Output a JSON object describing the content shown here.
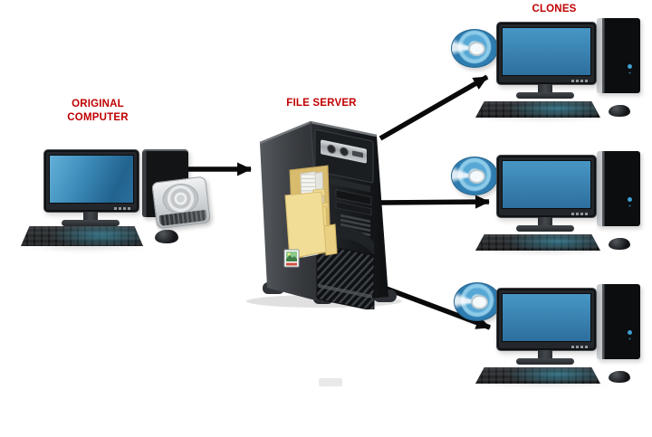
{
  "diagram": {
    "labels": {
      "original_computer": "ORIGINAL COMPUTER",
      "file_server": "FILE SERVER",
      "clones": "CLONES"
    },
    "colors": {
      "label_text": "#c00000",
      "arrow": "#0a0a0a",
      "screen_blue": "#2e7cb0",
      "folder_yellow": "#f1dd95",
      "cd_blue": "#58a8d6",
      "server_body": "#1a1d20",
      "background": "#ffffff"
    },
    "nodes": [
      {
        "id": "original-computer",
        "label": "ORIGINAL COMPUTER",
        "description": "desktop computer with monitor, tower, external hard drive, keyboard and mouse"
      },
      {
        "id": "file-server",
        "label": "FILE SERVER",
        "description": "server tower with a stack of yellow file folders, documents and a photo icon"
      },
      {
        "id": "clone-1",
        "group_label": "CLONES",
        "description": "desktop computer with blue CD/DVD disc"
      },
      {
        "id": "clone-2",
        "group_label": "CLONES",
        "description": "desktop computer with blue CD/DVD disc"
      },
      {
        "id": "clone-3",
        "group_label": "CLONES",
        "description": "desktop computer with blue CD/DVD disc"
      }
    ],
    "connections": [
      {
        "from": "original-computer",
        "to": "file-server"
      },
      {
        "from": "file-server",
        "to": "clone-1"
      },
      {
        "from": "file-server",
        "to": "clone-2"
      },
      {
        "from": "file-server",
        "to": "clone-3"
      }
    ]
  }
}
